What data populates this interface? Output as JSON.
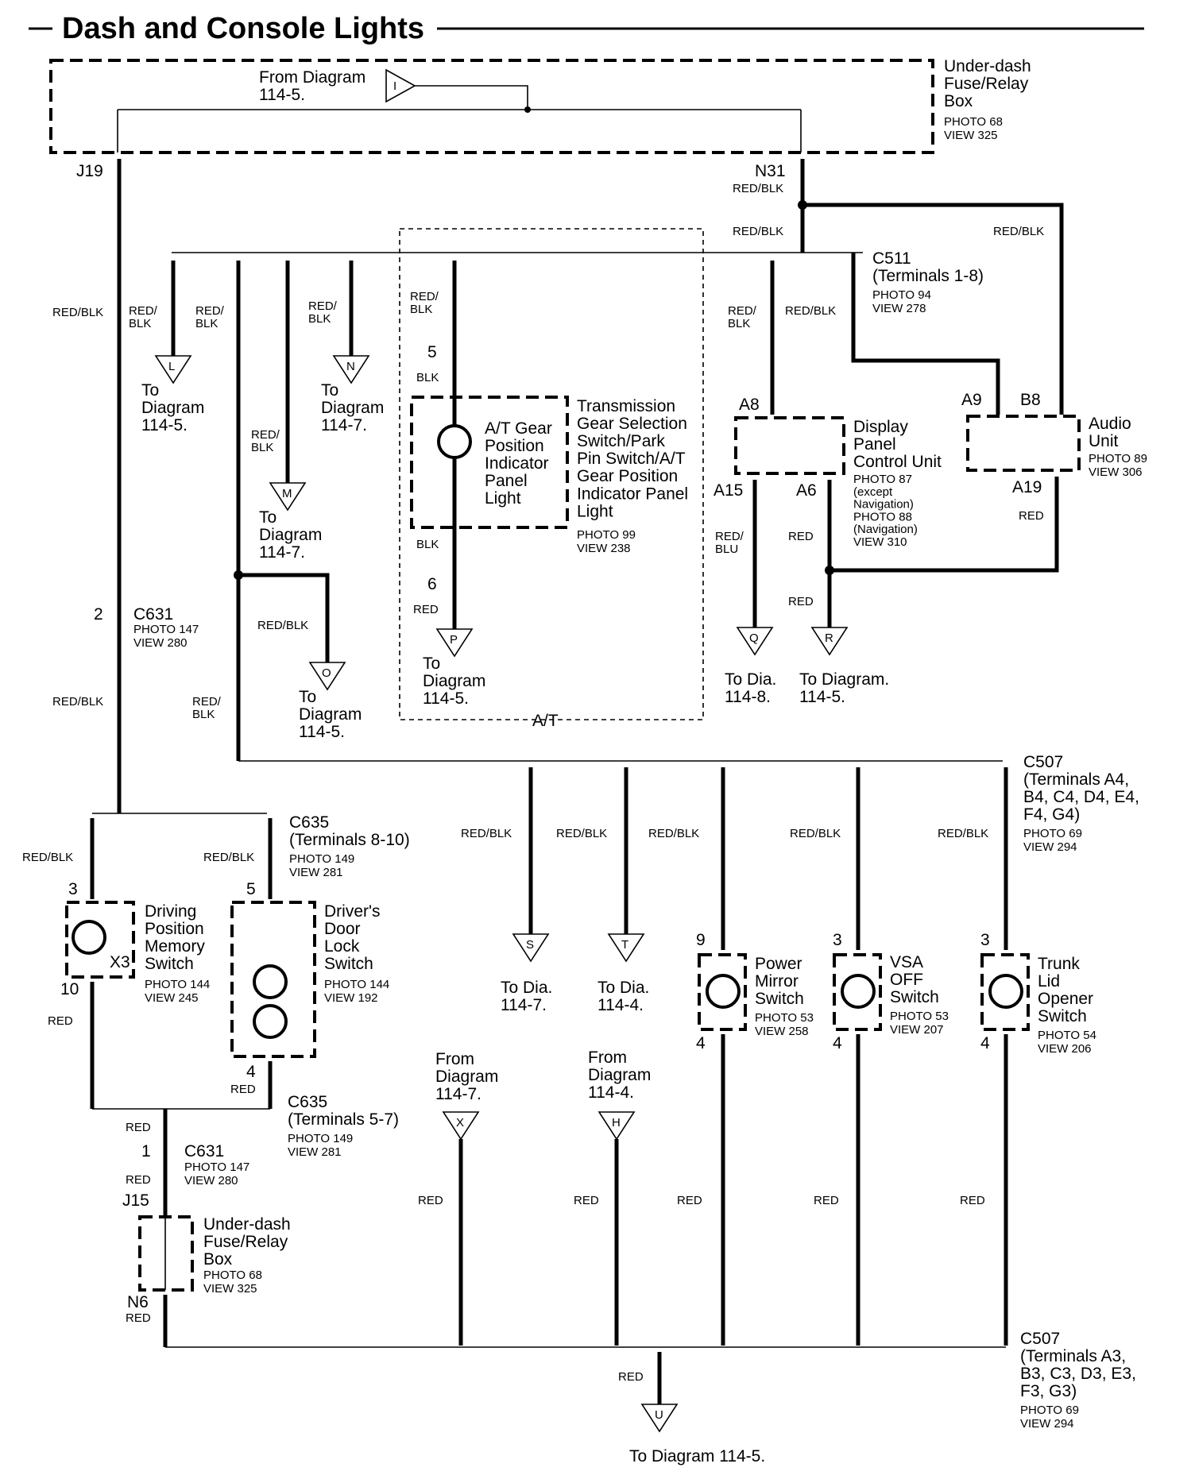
{
  "title": "Dash and Console Lights",
  "boxes": {
    "fuse_top": {
      "name": "Under-dash\nFuse/Relay\nBox",
      "photo": "PHOTO 68",
      "view": "VIEW 325"
    },
    "fuse_bottom": {
      "name": "Under-dash\nFuse/Relay\nBox",
      "photo": "PHOTO 68",
      "view": "VIEW 325"
    },
    "at_gear_light": {
      "name": "A/T Gear\nPosition\nIndicator\nPanel\nLight"
    },
    "transmission_switch": {
      "name": "Transmission\nGear Selection\nSwitch/Park\nPin Switch/A/T\nGear Position\nIndicator Panel\nLight",
      "photo": "PHOTO 99",
      "view": "VIEW 238"
    },
    "display_panel": {
      "name": "Display\nPanel\nControl Unit",
      "photo": "PHOTO 87\n(except\nNavigation)\nPHOTO 88\n(Navigation)\nVIEW 310"
    },
    "audio_unit": {
      "name": "Audio\nUnit",
      "photo": "PHOTO 89",
      "view": "VIEW 306"
    },
    "driving_position": {
      "name": "Driving\nPosition\nMemory\nSwitch",
      "photo": "PHOTO 144",
      "view": "VIEW 245",
      "tag": "X3"
    },
    "door_lock": {
      "name": "Driver's\nDoor\nLock\nSwitch",
      "photo": "PHOTO 144",
      "view": "VIEW 192"
    },
    "power_mirror": {
      "name": "Power\nMirror\nSwitch",
      "photo": "PHOTO 53",
      "view": "VIEW 258"
    },
    "vsa_off": {
      "name": "VSA\nOFF\nSwitch",
      "photo": "PHOTO 53",
      "view": "VIEW 207"
    },
    "trunk_lid": {
      "name": "Trunk\nLid\nOpener\nSwitch",
      "photo": "PHOTO 54",
      "view": "VIEW 206"
    }
  },
  "connectors": {
    "c511": {
      "name": "C511\n(Terminals 1-8)",
      "photo": "PHOTO 94",
      "view": "VIEW 278"
    },
    "c631_top": {
      "name": "C631",
      "photo": "PHOTO 147",
      "view": "VIEW 280",
      "pin": "2"
    },
    "c631_bottom": {
      "name": "C631",
      "photo": "PHOTO 147",
      "view": "VIEW 280",
      "pin": "1"
    },
    "c635_top": {
      "name": "C635\n(Terminals 8-10)",
      "photo": "PHOTO 149",
      "view": "VIEW 281"
    },
    "c635_bottom": {
      "name": "C635\n(Terminals 5-7)",
      "photo": "PHOTO 149",
      "view": "VIEW 281"
    },
    "c507_top": {
      "name": "C507\n(Terminals A4,\nB4, C4, D4, E4,\nF4, G4)",
      "photo": "PHOTO 69",
      "view": "VIEW 294"
    },
    "c507_bottom": {
      "name": "C507\n(Terminals A3,\nB3, C3, D3, E3,\nF3, G3)",
      "photo": "PHOTO 69",
      "view": "VIEW 294"
    }
  },
  "terminals": {
    "j19": "J19",
    "n31": "N31",
    "j15": "J15",
    "n6": "N6",
    "a8": "A8",
    "a15": "A15",
    "a6": "A6",
    "a9": "A9",
    "b8": "B8",
    "a19": "A19",
    "at5": "5",
    "at6": "6",
    "dp3": "3",
    "dp10": "10",
    "dl5": "5",
    "dl4": "4",
    "pm9": "9",
    "pm4": "4",
    "vsa3": "3",
    "vsa4": "4",
    "tl3": "3",
    "tl4": "4"
  },
  "wire_colors": {
    "red_blk": "RED/BLK",
    "red_blk_split": "RED/\nBLK",
    "red": "RED",
    "blk": "BLK",
    "red_blu": "RED/\nBLU"
  },
  "refs": {
    "I": "I",
    "L": "L",
    "M": "M",
    "N": "N",
    "O": "O",
    "P": "P",
    "Q": "Q",
    "R": "R",
    "S": "S",
    "T": "T",
    "X": "X",
    "H": "H",
    "U": "U"
  },
  "ref_text": {
    "from_I": "From Diagram\n114-5.",
    "to_L": "To\nDiagram\n114-5.",
    "to_N": "To\nDiagram\n114-7.",
    "to_M": "To\nDiagram\n114-7.",
    "to_O": "To\nDiagram\n114-5.",
    "to_P": "To\nDiagram\n114-5.",
    "to_Q": "To Dia.\n114-8.",
    "to_R": "To Diagram.\n114-5.",
    "to_S": "To Dia.\n114-7.",
    "to_T": "To Dia.\n114-4.",
    "from_X": "From\nDiagram\n114-7.",
    "from_H": "From\nDiagram\n114-4.",
    "to_U": "To Diagram  114-5."
  },
  "at_label": "A/T"
}
